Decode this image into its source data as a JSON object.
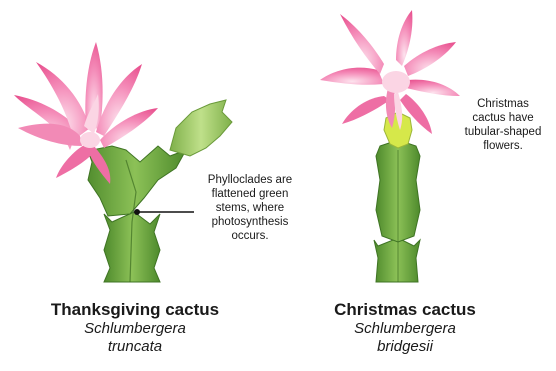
{
  "plants": [
    {
      "common_name": "Thanksgiving cactus",
      "genus": "Schlumbergera",
      "species": "truncata",
      "annotation": [
        "Phylloclades are",
        "flattened green",
        "stems, where",
        "photosynthesis",
        "occurs."
      ]
    },
    {
      "common_name": "Christmas cactus",
      "genus": "Schlumbergera",
      "species": "bridgesii",
      "annotation": [
        "Christmas",
        "cactus have",
        "tubular-shaped",
        "flowers."
      ]
    }
  ],
  "colors": {
    "petal_pink": "#f06aa3",
    "petal_light": "#fbc9dd",
    "stem_green": "#7fb04a",
    "stem_dark": "#4e8a2c",
    "leader_line": "#111111"
  }
}
